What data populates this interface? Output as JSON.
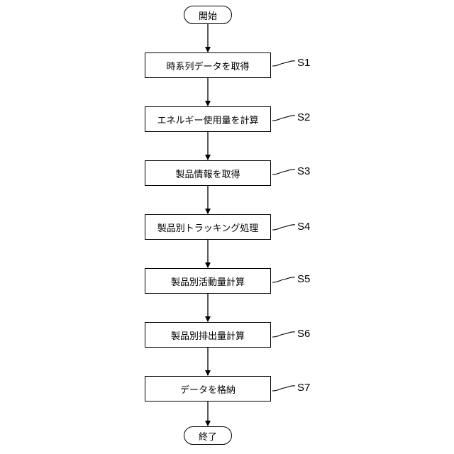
{
  "start": "開始",
  "end": "終了",
  "steps": [
    {
      "id": "S1",
      "text": "時系列データを取得"
    },
    {
      "id": "S2",
      "text": "エネルギー使用量を計算"
    },
    {
      "id": "S3",
      "text": "製品情報を取得"
    },
    {
      "id": "S4",
      "text": "製品別トラッキング処理"
    },
    {
      "id": "S5",
      "text": "製品別活動量計算"
    },
    {
      "id": "S6",
      "text": "製品別排出量計算"
    },
    {
      "id": "S7",
      "text": "データを格納"
    }
  ]
}
